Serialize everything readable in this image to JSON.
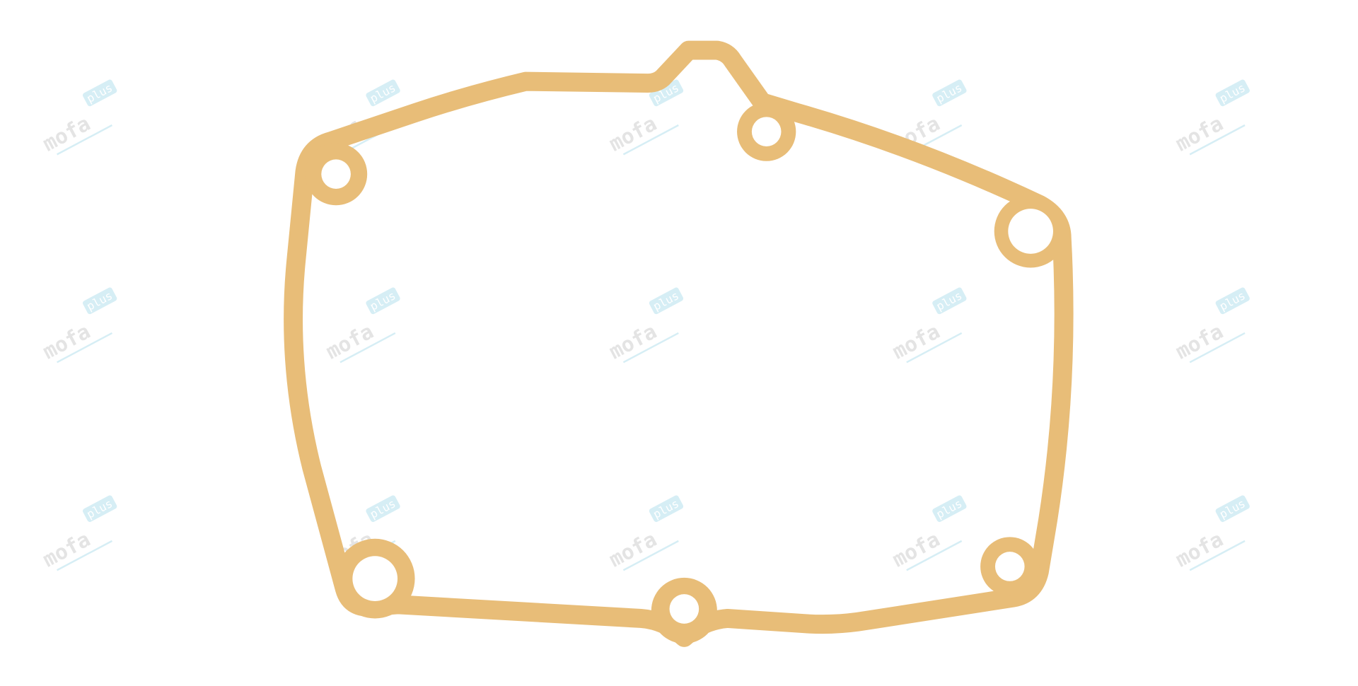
{
  "image": {
    "subject": "gasket",
    "colors": {
      "gasket": "#e8bd78",
      "gasket_edge": "#d9a95f",
      "background": "#ffffff",
      "watermark_text": "#e2e2e2",
      "watermark_badge": "#d6eef5"
    }
  },
  "watermark": {
    "brand": "mofa",
    "badge": "plus"
  }
}
